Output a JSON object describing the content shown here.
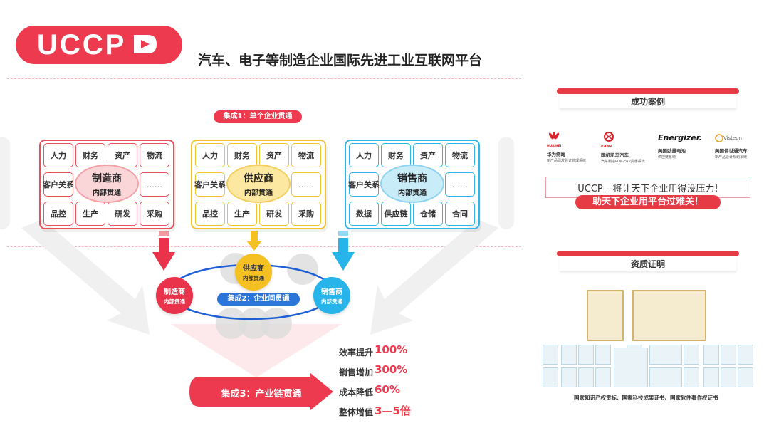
{
  "header": {
    "logo": "UCCP",
    "headline": "汽车、电子等制造企业国际先进工业互联网平台"
  },
  "integration1": {
    "badge": "集成1：单个企业贯通",
    "panels": [
      {
        "center_title": "制造商",
        "center_sub": "内部贯通",
        "top_row": [
          "人力",
          "财务",
          "资产",
          "物流"
        ],
        "mid_left": "客户关系",
        "mid_right": "……",
        "bottom_row": [
          "品控",
          "生产",
          "研发",
          "采购"
        ],
        "color": "#e8505b"
      },
      {
        "center_title": "供应商",
        "center_sub": "内部贯通",
        "top_row": [
          "人力",
          "财务",
          "资产",
          "物流"
        ],
        "mid_left": "客户关系",
        "mid_right": "……",
        "bottom_row": [
          "品控",
          "生产",
          "研发",
          "采购"
        ],
        "color": "#f2c230"
      },
      {
        "center_title": "销售商",
        "center_sub": "内部贯通",
        "top_row": [
          "人力",
          "财务",
          "资产",
          "物流"
        ],
        "mid_left": "客户关系",
        "mid_right": "……",
        "bottom_row": [
          "数据",
          "供应链",
          "仓储",
          "合同"
        ],
        "color": "#2cb7e8"
      }
    ]
  },
  "integration2": {
    "badge": "集成2：企业间贯通",
    "nodes": [
      {
        "title": "制造商",
        "sub": "内部贯通",
        "color": "#e8334a"
      },
      {
        "title": "供应商",
        "sub": "内部贯通",
        "color": "#f5c022"
      },
      {
        "title": "销售商",
        "sub": "内部贯通",
        "color": "#27b4ea"
      }
    ]
  },
  "integration3": {
    "label": "集成3：产业链贯通"
  },
  "results": [
    {
      "label": "效率提升",
      "value": "100%"
    },
    {
      "label": "销售增加",
      "value": "300%"
    },
    {
      "label": "成本降低",
      "value": "60%"
    },
    {
      "label": "整体增值",
      "value": "3—5倍"
    }
  ],
  "cases": {
    "title": "成功案例",
    "clients": [
      {
        "logo": "HUAWEI",
        "name": "华为终端",
        "desc": "新产品研发验证管理系统",
        "logo_color": "#d8252b"
      },
      {
        "logo": "KAMA",
        "name": "国机凯马汽车",
        "desc": "汽车制造PLM-ERP贯通系统",
        "logo_color": "#d8252b"
      },
      {
        "logo": "Energizer.",
        "name": "美国劲量电池",
        "desc": "供应链系统",
        "logo_color": "#111111"
      },
      {
        "logo": "Visteon",
        "name": "美国伟世通汽车",
        "desc": "新产品设计规划系统",
        "logo_color": "#666666"
      }
    ],
    "slogan": "UCCP---将让天下企业用得没压力!",
    "slogan_highlight": "助天下企业用平台过难关！"
  },
  "qualifications": {
    "title": "资质证明",
    "caption": "国家知识产权贯标、国家科技成果证书、国家软件著作权证书"
  }
}
